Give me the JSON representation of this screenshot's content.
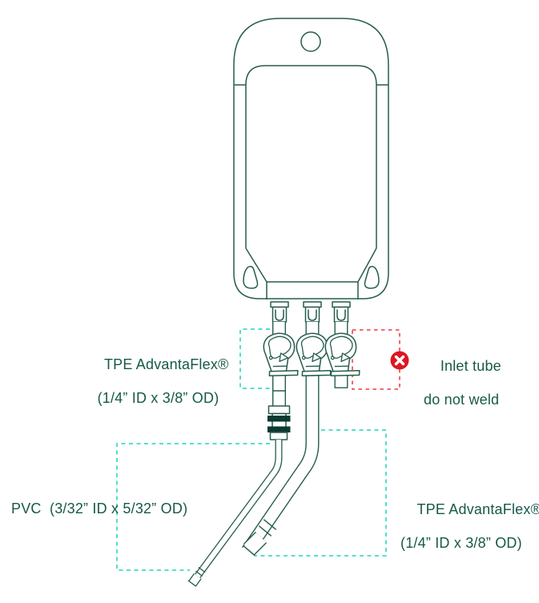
{
  "colors": {
    "outline": "#265C4E",
    "text": "#175949",
    "teal_dash": "#3FDCC3",
    "red_dash": "#F0565E",
    "red": "#DC1720",
    "band": "#0B3A31",
    "background": "#FFFFFF"
  },
  "annotations": {
    "tpe_left": {
      "line1": "TPE AdvantaFlex®",
      "line2": "(1/4” ID x 3/8” OD)"
    },
    "inlet_warning": {
      "icon": "x-circle-icon",
      "line1": "Inlet tube",
      "line2": "do not weld"
    },
    "pvc": {
      "label": "PVC  (3/32” ID x 5/32” OD)"
    },
    "tpe_right": {
      "line1": "TPE AdvantaFlex®",
      "line2": "(1/4” ID x 3/8” OD)"
    }
  }
}
